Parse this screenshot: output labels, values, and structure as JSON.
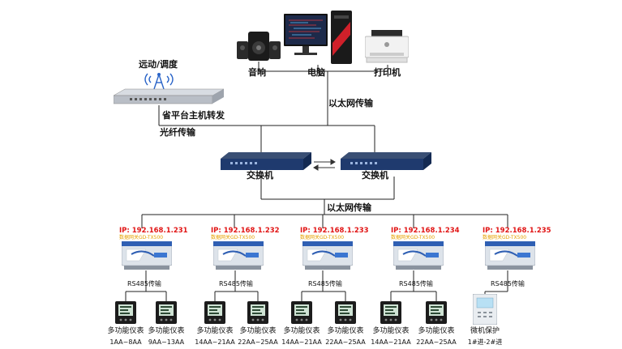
{
  "top_devices": {
    "speaker_label": "音响",
    "computer_label": "电脑",
    "printer_label": "打印机"
  },
  "dispatch_label": "远动/调度",
  "provincial_label": "省平台主机转发",
  "fiber_label": "光纤传输",
  "ethernet_top_label": "以太网传输",
  "ethernet_mid_label": "以太网传输",
  "switches": [
    {
      "label": "交换机"
    },
    {
      "label": "交换机"
    }
  ],
  "gateways": [
    {
      "ip": "IP:  192.168.1.231",
      "model": "数据网关GD-TX500",
      "bus": "RS485传输"
    },
    {
      "ip": "IP:  192.168.1.232",
      "model": "数据网关GD-TX500",
      "bus": "RS485传输"
    },
    {
      "ip": "IP:  192.168.1.233",
      "model": "数据网关GD-TX500",
      "bus": "RS485传输"
    },
    {
      "ip": "IP:  192.168.1.234",
      "model": "数据网关GD-TX500",
      "bus": "RS485传输"
    },
    {
      "ip": "IP:  192.168.1.235",
      "model": "数据网关GD-TX500",
      "bus": "RS485传输"
    }
  ],
  "meters": [
    {
      "name": "多功能仪表",
      "range": "1AA~8AA"
    },
    {
      "name": "多功能仪表",
      "range": "9AA~13AA"
    },
    {
      "name": "多功能仪表",
      "range": "14AA~21AA"
    },
    {
      "name": "多功能仪表",
      "range": "22AA~25AA"
    },
    {
      "name": "多功能仪表",
      "range": "14AA~21AA"
    },
    {
      "name": "多功能仪表",
      "range": "22AA~25AA"
    },
    {
      "name": "多功能仪表",
      "range": "14AA~21AA"
    },
    {
      "name": "多功能仪表",
      "range": "22AA~25AA"
    }
  ],
  "protection": {
    "name": "微机保护",
    "range": "1#进-2#进"
  }
}
